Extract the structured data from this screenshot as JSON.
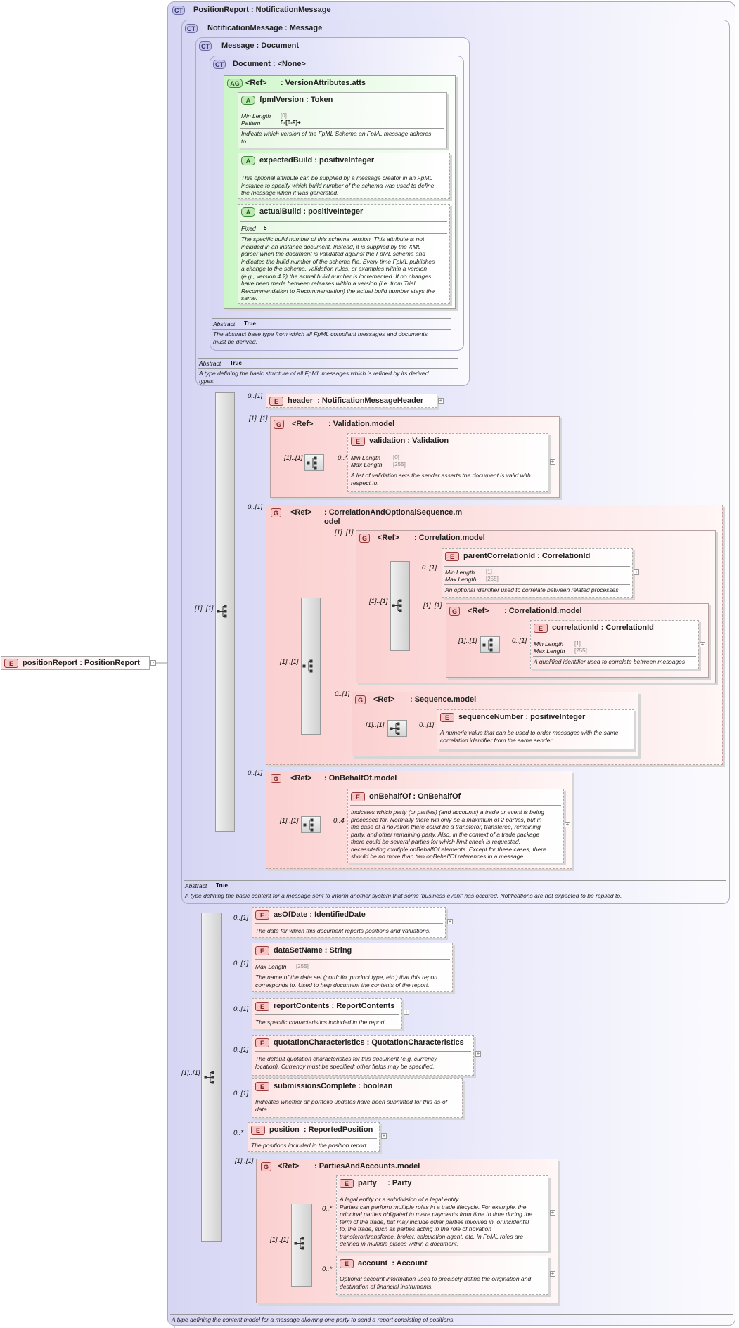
{
  "ct_pr": {
    "badge": "CT",
    "name": "PositionReport",
    "type": ": NotificationMessage",
    "abstract_label": "",
    "doc": "A type defining the content model for a message allowing one party to send a report consisting of positions."
  },
  "ct_nm": {
    "badge": "CT",
    "name": "NotificationMessage",
    "type": ": Message",
    "abstract_label": "Abstract",
    "abstract_value": "True",
    "doc": "A type defining the basic content for a message sent to inform another system that some 'business event' has occured. Notifications are not expected to be replied to."
  },
  "ct_msg": {
    "badge": "CT",
    "name": "Message",
    "type": ": Document",
    "abstract_label": "Abstract",
    "abstract_value": "True",
    "doc": "A type defining the basic structure of all FpML messages which is refined by its derived\ntypes."
  },
  "ct_doc": {
    "badge": "CT",
    "name": "Document",
    "type": ": <None>",
    "abstract_label": "Abstract",
    "abstract_value": "True",
    "doc": "The abstract base type from which all FpML compliant messages and documents\nmust be derived."
  },
  "ag": {
    "badge": "AG",
    "ref": "<Ref>",
    "name": ": VersionAttributes.atts"
  },
  "att_fpml": {
    "badge": "A",
    "name": "fpmlVersion",
    "type": ": Token",
    "p1_label": "Min Length",
    "p1_value": "[0]",
    "p2_label": "Pattern",
    "p2_value": "5-[0-9]+",
    "doc": "Indicate which version of the FpML Schema an FpML message adheres\nto."
  },
  "att_expected": {
    "badge": "A",
    "name": "expectedBuild",
    "type": ": positiveInteger",
    "doc": "This optional attribute can be supplied by a message creator in an FpML\ninstance to specify which build number of the schema was used to define\nthe message when it was generated."
  },
  "att_actual": {
    "badge": "A",
    "name": "actualBuild",
    "type": ": positiveInteger",
    "p1_label": "Fixed",
    "p1_value": "5",
    "doc": "The specific build number of this schema version. This attribute is not\nincluded in an instance document. Instead, it is supplied by the XML\nparser when the document is validated against the FpML schema and\nindicates the build number of the schema file. Every time FpML publishes\na change to the schema, validation rules, or examples within a version\n(e.g., version 4.2) the actual build number is incremented. If no changes\nhave been made between releases within a version (i.e. from Trial\nRecommendation to Recommendation) the actual build number stays the\nsame."
  },
  "root": {
    "badge": "E",
    "name": "positionReport",
    "type": ": PositionReport"
  },
  "header": {
    "badge": "E",
    "card": "0..[1]",
    "name": "header",
    "type": ": NotificationMessageHeader"
  },
  "g_validation": {
    "badge": "G",
    "card": "[1]..[1]",
    "ref": "<Ref>",
    "name": ": Validation.model",
    "seq_card": "[1]..[1]"
  },
  "validation": {
    "badge": "E",
    "card": "0..*",
    "name": "validation",
    "type": ": Validation",
    "p1_label": "Min Length",
    "p1_value": "[0]",
    "p2_label": "Max Length",
    "p2_value": "[255]",
    "doc": "A list of validation sets the sender asserts the document is valid with\nrespect to."
  },
  "g_corr_opt": {
    "badge": "G",
    "card": "0..[1]",
    "ref": "<Ref>",
    "name": ": CorrelationAndOptionalSequence.m\nodel",
    "seq_card": "[1]..[1]"
  },
  "g_corr": {
    "badge": "G",
    "card": "[1]..[1]",
    "ref": "<Ref>",
    "name": ": Correlation.model",
    "seq_card": "[1]..[1]"
  },
  "parentCorr": {
    "badge": "E",
    "card": "0..[1]",
    "name": "parentCorrelationId",
    "type": ": CorrelationId",
    "p1_label": "Min Length",
    "p1_value": "[1]",
    "p2_label": "Max Length",
    "p2_value": "[255]",
    "doc": "An optional identifier used to correlate between related processes"
  },
  "g_corrId": {
    "badge": "G",
    "card": "[1]..[1]",
    "ref": "<Ref>",
    "name": ": CorrelationId.model",
    "seq_card": "[1]..[1]"
  },
  "corrId": {
    "badge": "E",
    "card": "0..[1]",
    "name": "correlationId",
    "type": ": CorrelationId",
    "p1_label": "Min Length",
    "p1_value": "[1]",
    "p2_label": "Max Length",
    "p2_value": "[255]",
    "doc": "A qualified identifier used to correlate between messages"
  },
  "g_seq": {
    "badge": "G",
    "card": "0..[1]",
    "ref": "<Ref>",
    "name": ": Sequence.model",
    "seq_card": "[1]..[1]"
  },
  "seqNum": {
    "badge": "E",
    "card": "0..[1]",
    "name": "sequenceNumber",
    "type": ": positiveInteger",
    "doc": "A numeric value that can be used to order messages with the same\ncorrelation identifier from the same sender."
  },
  "g_obo": {
    "badge": "G",
    "card": "0..[1]",
    "ref": "<Ref>",
    "name": ": OnBehalfOf.model",
    "seq_card": "[1]..[1]"
  },
  "obo": {
    "badge": "E",
    "card": "0..4",
    "name": "onBehalfOf",
    "type": ": OnBehalfOf",
    "doc": "Indicates which party (or parties) (and accounts) a trade or event is being\nprocessed for. Normally there will only be a maximum of 2 parties, but in\nthe case of a novation there could be a transferor, transferee, remaining\nparty, and other remaining party. Also, in the context of a trade package\nthere could be several parties for which limit check is requested,\nnecessitating multiple onBehalfOf elements. Except for these cases, there\nshould be no more than two onBehalfOf references in a message."
  },
  "nm_seq_card": "[1]..[1]",
  "pr_seq_card": "[1]..[1]",
  "asOfDate": {
    "badge": "E",
    "card": "0..[1]",
    "name": "asOfDate",
    "type": ": IdentifiedDate",
    "doc": "The date for which this document reports positions and valuations."
  },
  "dataSetName": {
    "badge": "E",
    "card": "0..[1]",
    "name": "dataSetName",
    "type": ": String",
    "p2_label": "Max Length",
    "p2_value": "[255]",
    "doc": "The name of the data set (portfolio, product type, etc.) that this report\ncorresponds to. Used to help document the contents of the report."
  },
  "reportContents": {
    "badge": "E",
    "card": "0..[1]",
    "name": "reportContents",
    "type": ": ReportContents",
    "doc": "The specific characteristics included in the report."
  },
  "quotation": {
    "badge": "E",
    "card": "0..[1]",
    "name": "quotationCharacteristics",
    "type": ": QuotationCharacteristics",
    "doc": "The default quotation characteristics for this document (e.g. currency,\nlocation). Currency must be specified; other fields may be specified."
  },
  "submissions": {
    "badge": "E",
    "card": "0..[1]",
    "name": "submissionsComplete",
    "type": ": boolean",
    "doc": "Indicates whether all portfolio updates have been submitted for this as-of\ndate"
  },
  "position": {
    "badge": "E",
    "card": "0..*",
    "name": "position",
    "type": ": ReportedPosition",
    "doc": "The positions included in the position report."
  },
  "g_pa": {
    "badge": "G",
    "card": "[1]..[1]",
    "ref": "<Ref>",
    "name": ": PartiesAndAccounts.model",
    "seq_card": "[1]..[1]"
  },
  "party": {
    "badge": "E",
    "card": "0..*",
    "name": "party",
    "type": ": Party",
    "doc": "A legal entity or a subdivision of a legal entity.\nParties can perform multiple roles in a trade lifecycle. For example, the\nprincipal parties obligated to make payments from time to time during the\nterm of the trade, but may include other parties involved in, or incidental\nto, the trade, such as parties acting in the role of novation\ntransferor/transferee, broker, calculation agent, etc. In FpML roles are\ndefined in multiple places within a document."
  },
  "account": {
    "badge": "E",
    "card": "0..*",
    "name": "account",
    "type": ": Account",
    "doc": "Optional account information used to precisely define the origination and\ndestination of financial instruments."
  }
}
